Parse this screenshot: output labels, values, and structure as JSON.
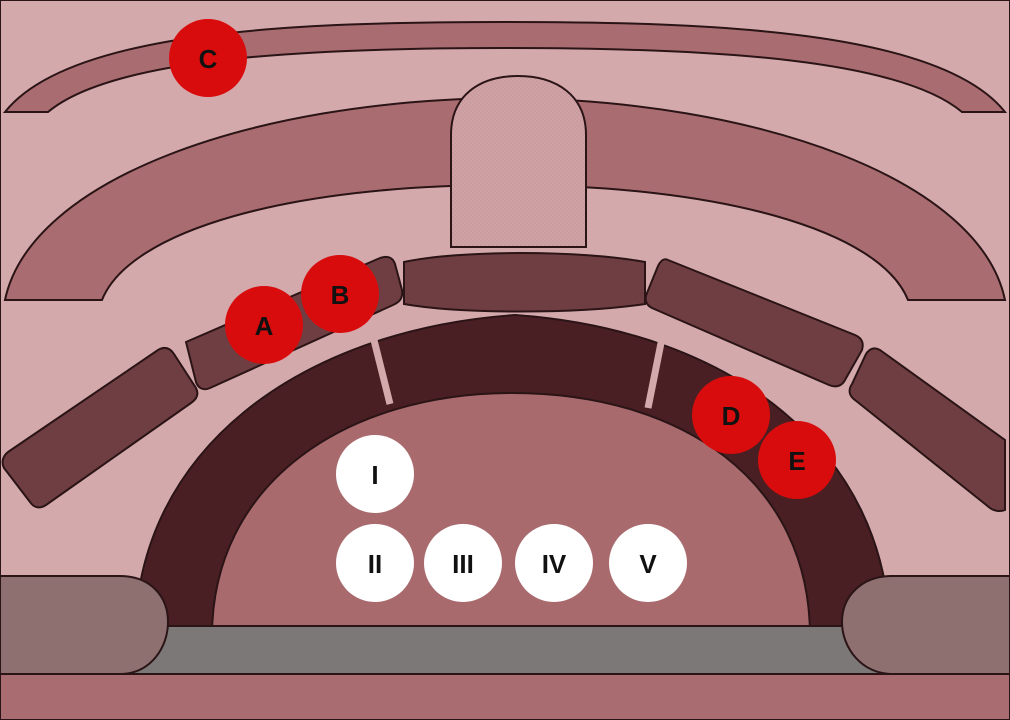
{
  "colors": {
    "background": "#d4a9ac",
    "band": "#a96d71",
    "band_light": "#b8868a",
    "dome": "#d0a2a6",
    "block": "#6f3e42",
    "arch": "#4a1f23",
    "cavity": "#a96a6e",
    "base": "#7d7878",
    "side_lobe": "#8f7070",
    "outline": "#2a1416",
    "marker_red": "#d80c0c",
    "marker_white": "#ffffff"
  },
  "markers_red": [
    {
      "id": "A",
      "label": "A"
    },
    {
      "id": "B",
      "label": "B"
    },
    {
      "id": "C",
      "label": "C"
    },
    {
      "id": "D",
      "label": "D"
    },
    {
      "id": "E",
      "label": "E"
    }
  ],
  "markers_white": [
    {
      "id": "I",
      "label": "I"
    },
    {
      "id": "II",
      "label": "II"
    },
    {
      "id": "III",
      "label": "III"
    },
    {
      "id": "IV",
      "label": "IV"
    },
    {
      "id": "V",
      "label": "V"
    }
  ]
}
